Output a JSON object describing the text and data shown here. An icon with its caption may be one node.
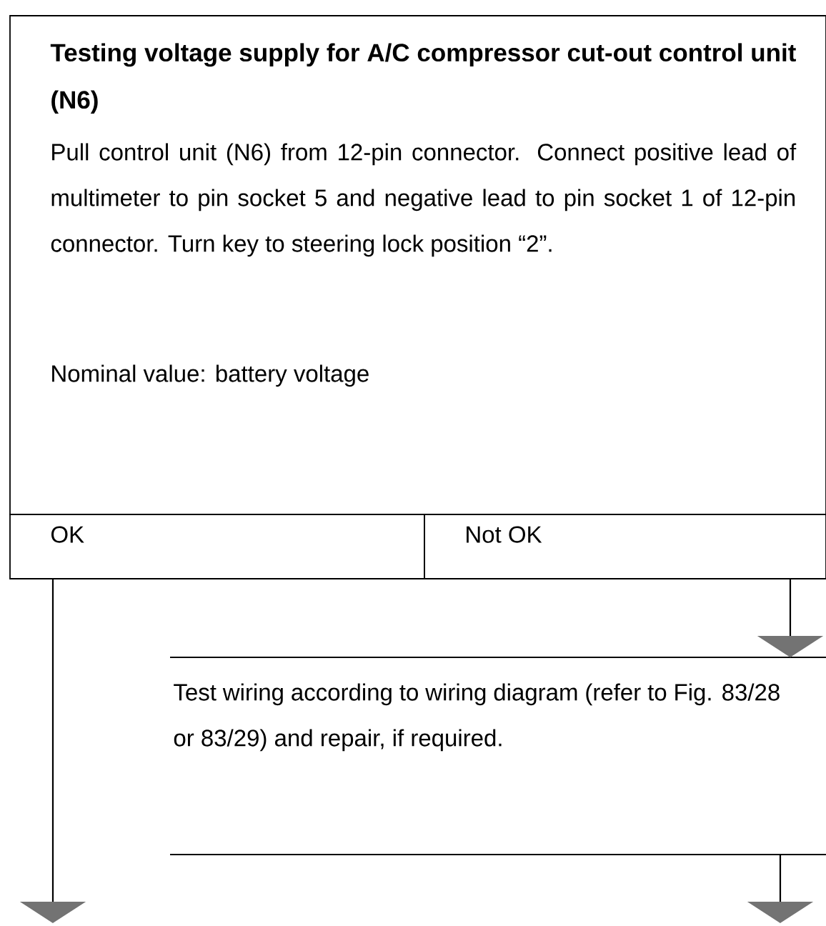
{
  "diagram": {
    "nodes": [
      {
        "text": [
          "Testing voltage supply for A/C compressor cut-out control unit (N6)",
          "Pull control unit (N6) from 12-pin connector. Connect positive lead of multimeter to pin socket 5 and negative lead to pin socket 1 of 12-pin connector. Turn key to steering lock position “2”.",
          "Nominal value: battery voltage"
        ]
      },
      {
        "text": [
          "OK"
        ]
      },
      {
        "text": [
          "Not OK"
        ]
      },
      {
        "text": [
          "Test wiring according to wiring diagram (refer to Fig. 83/28 or 83/29) and repair, if required."
        ]
      }
    ],
    "edges": [
      {
        "from": 1,
        "to": null,
        "arrow": "to"
      },
      {
        "from": 2,
        "to": 3,
        "arrow": "to"
      },
      {
        "from": 3,
        "to": null,
        "arrow": "to"
      }
    ]
  }
}
